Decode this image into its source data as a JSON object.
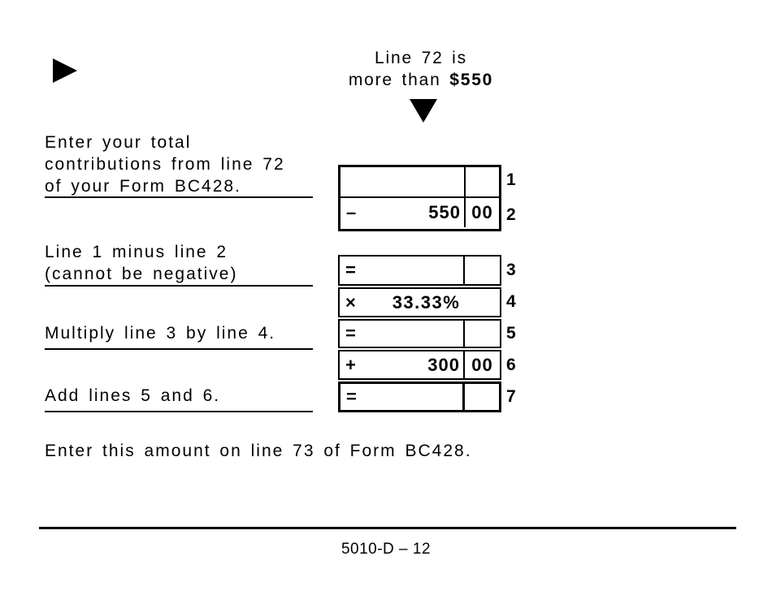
{
  "header": {
    "condition_line1": "Line 72 is",
    "condition_line2_prefix": "more than",
    "condition_amount": "$550",
    "right_arrow_icon": "right-triangle",
    "down_arrow_icon": "down-triangle"
  },
  "instructions": {
    "step1": {
      "lines": [
        "Enter your total",
        "contributions from line 72",
        "of your Form BC428."
      ]
    },
    "step2": {
      "lines": [
        "Line 1 minus line 2",
        "(cannot be negative)"
      ]
    },
    "step3": {
      "lines": [
        "Multiply line 3 by line 4."
      ]
    },
    "step4": {
      "lines": [
        "Add lines 5 and 6."
      ]
    }
  },
  "worksheet": {
    "rows": [
      {
        "line_number": "1",
        "operator": "",
        "amount": "",
        "cents": ""
      },
      {
        "line_number": "2",
        "operator": "–",
        "amount": "550",
        "cents": "00"
      },
      {
        "line_number": "3",
        "operator": "=",
        "amount": "",
        "cents": ""
      },
      {
        "line_number": "4",
        "operator": "×",
        "amount": "33.33%"
      },
      {
        "line_number": "5",
        "operator": "=",
        "amount": "",
        "cents": ""
      },
      {
        "line_number": "6",
        "operator": "+",
        "amount": "300",
        "cents": "00"
      },
      {
        "line_number": "7",
        "operator": "=",
        "amount": "",
        "cents": ""
      }
    ]
  },
  "closing_instruction": "Enter this amount on line 73 of Form BC428.",
  "footer": {
    "form_code": "5010-D – 12"
  },
  "colors": {
    "ink": "#000000",
    "background": "#ffffff"
  }
}
